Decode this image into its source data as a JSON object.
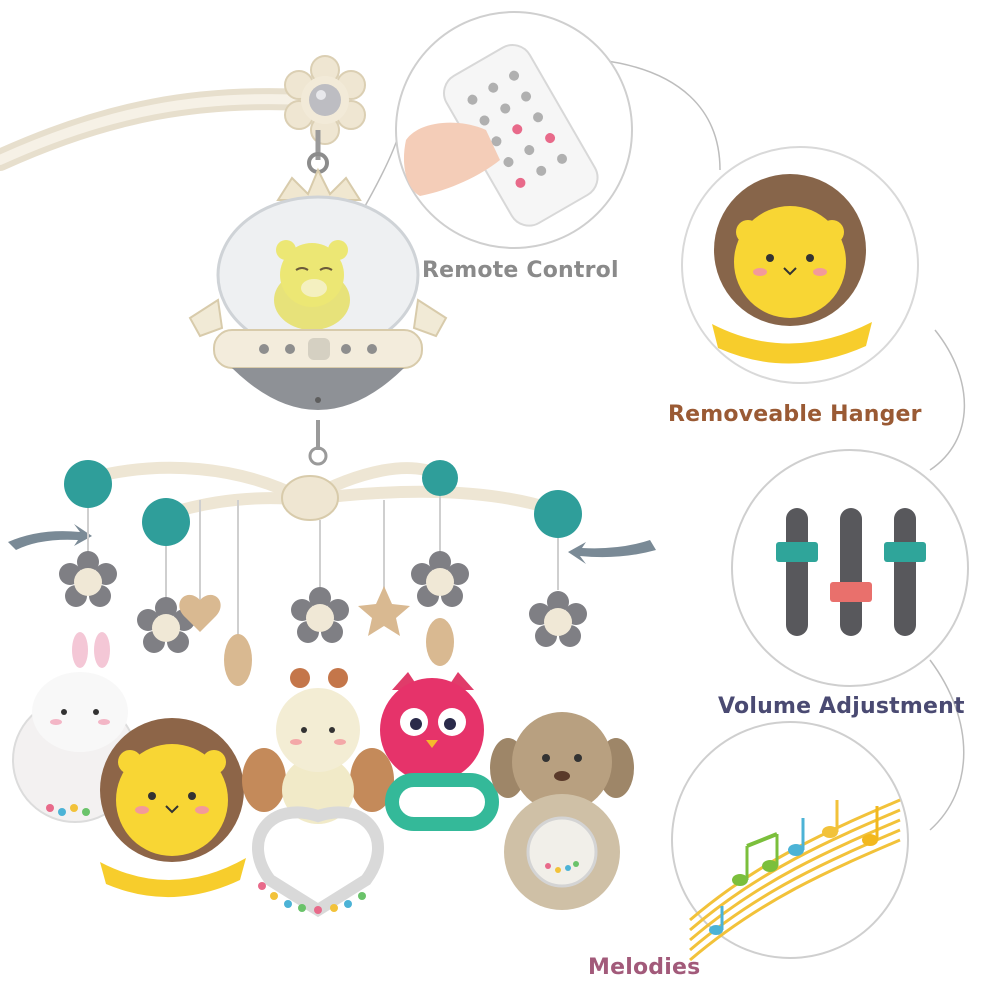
{
  "features": {
    "remote_control": "Remote Control",
    "removeable_hanger": "Removeable Hanger",
    "volume_adjustment": "Volume Adjustment",
    "melodies": "Melodies"
  },
  "colors": {
    "remote_label": "#8a8a8a",
    "hanger_label": "#9a5a34",
    "volume_label": "#4a4a72",
    "melodies_label": "#a25a7a",
    "teal": "#2f9e9a",
    "slider_red": "#e9706c",
    "gray": "#7a7a7a",
    "cream": "#efe8d8"
  }
}
